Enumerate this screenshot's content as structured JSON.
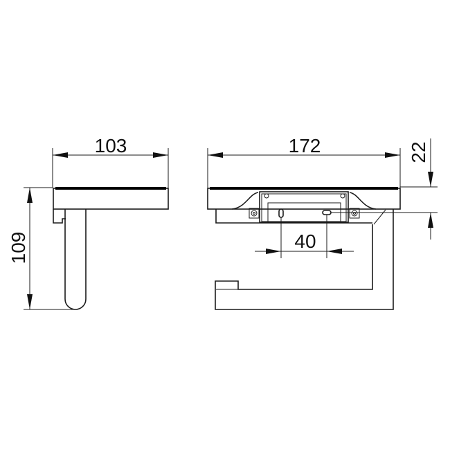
{
  "drawing": {
    "side_view": {
      "width_label": "103",
      "height_label": "109"
    },
    "front_view": {
      "width_label": "172",
      "hole_spacing_label": "40",
      "plate_to_hole_label": "22"
    },
    "line_color": "#1a1a1a"
  }
}
